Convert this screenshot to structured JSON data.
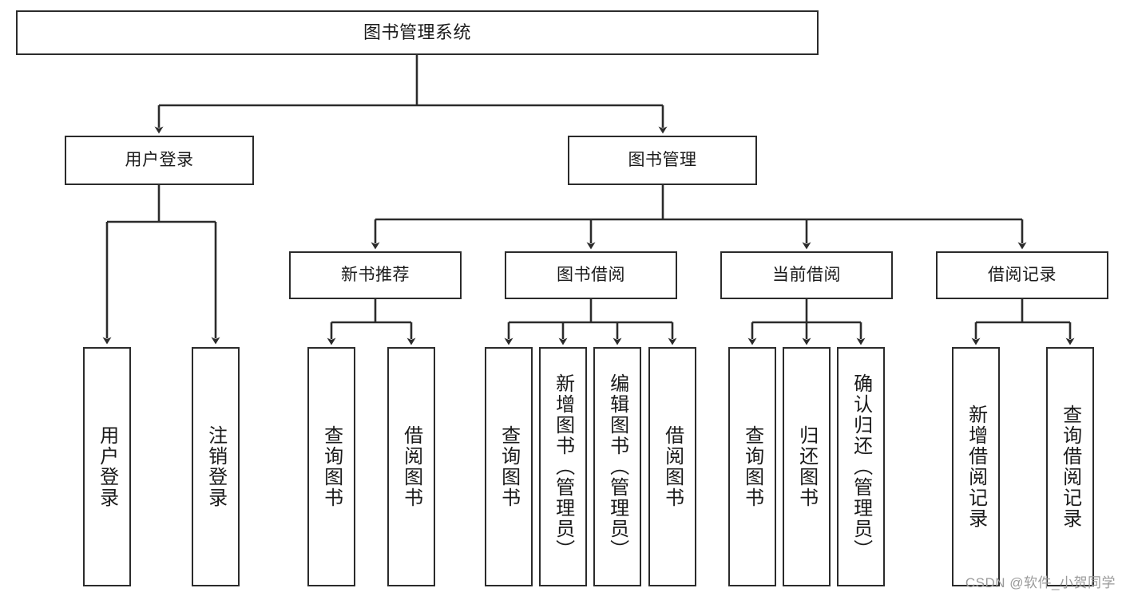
{
  "diagram": {
    "type": "tree-hierarchy-chart",
    "title": "图书管理系统",
    "watermark": "CSDN @软件_小贺同学",
    "colors": {
      "node_border": "#2b2b2b",
      "node_fill": "#ffffff",
      "edge": "#2b2b2b",
      "text": "#1a1a1a",
      "watermark": "#9a9a9a"
    },
    "root": {
      "label": "图书管理系统"
    },
    "level2": [
      {
        "label": "用户登录"
      },
      {
        "label": "图书管理"
      }
    ],
    "level3": [
      {
        "label": "新书推荐"
      },
      {
        "label": "图书借阅"
      },
      {
        "label": "当前借阅"
      },
      {
        "label": "借阅记录"
      }
    ],
    "leaves": {
      "user_login": [
        {
          "label": "用户登录"
        },
        {
          "label": "注销登录"
        }
      ],
      "new_book_recommend": [
        {
          "label": "查询图书"
        },
        {
          "label": "借阅图书"
        }
      ],
      "book_borrow": [
        {
          "label": "查询图书"
        },
        {
          "label": "新增图书（管理员）"
        },
        {
          "label": "编辑图书（管理员）"
        },
        {
          "label": "借阅图书"
        }
      ],
      "current_borrow": [
        {
          "label": "查询图书"
        },
        {
          "label": "归还图书"
        },
        {
          "label": "确认归还（管理员）"
        }
      ],
      "borrow_record": [
        {
          "label": "新增借阅记录"
        },
        {
          "label": "查询借阅记录"
        }
      ]
    }
  }
}
